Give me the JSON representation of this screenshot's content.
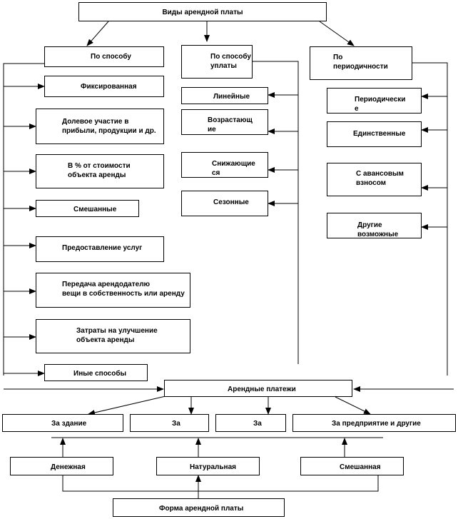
{
  "diagram": {
    "root": "Виды арендной платы",
    "categories": {
      "by_method": "По способу",
      "by_payment_method": "По способу\nуплаты",
      "by_periodicity": "По\nпериодичности"
    },
    "by_method_items": [
      "Фиксированная",
      "Долевое  участие в\nприбыли, продукции и др.",
      "В % от стоимости\nобъекта аренды",
      "Смешанные",
      "Предоставление  услуг",
      "Передача арендодателю\nвещи в собственность или аренду",
      "Затраты на улучшение\nобъекта аренды",
      "Иные способы"
    ],
    "by_payment_method_items": [
      "Линейные",
      "Возрастающ\nие",
      "Снижающие\nся",
      "Сезонные"
    ],
    "by_periodicity_items": [
      "Периодически\nе",
      "Единственные",
      "С авансовым\nвзносом",
      "Другие\nвозможные"
    ],
    "payments": "Арендные  платежи",
    "payment_targets": [
      "За здание",
      "За",
      "За",
      "За предприятие  и другие"
    ],
    "forms": [
      "Денежная",
      "Натуральная",
      "Смешанная"
    ],
    "form_root": "Форма арендной платы"
  }
}
